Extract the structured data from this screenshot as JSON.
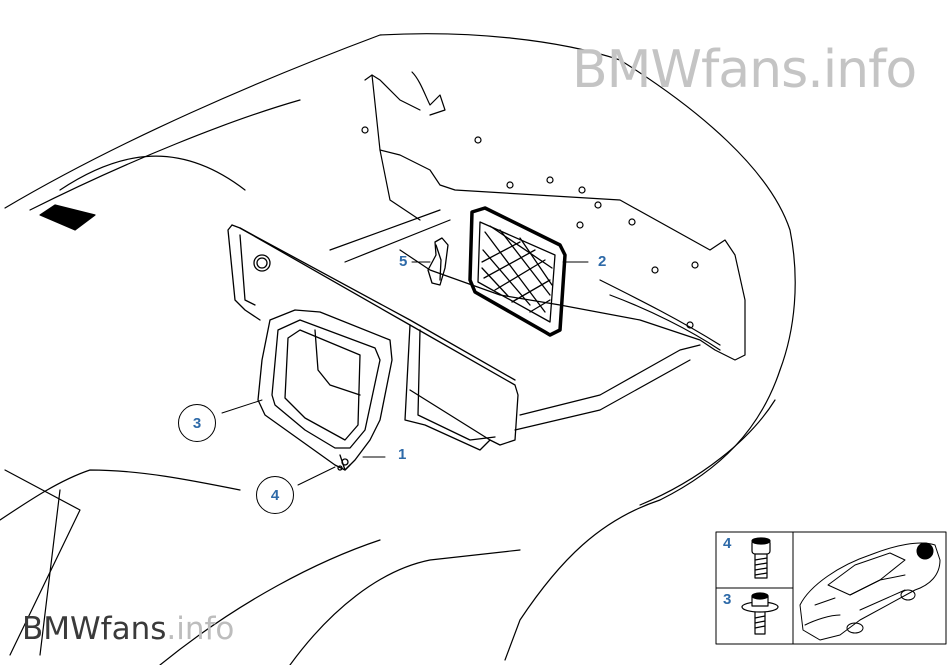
{
  "watermark": {
    "brand": "BMWfans",
    "suffix": ".info"
  },
  "callouts": {
    "p1": "1",
    "p2": "2",
    "p3": "3",
    "p4": "4",
    "p5": "5"
  },
  "inset": {
    "screw_label": "4",
    "bolt_label": "3"
  },
  "colors": {
    "callout": "#2e6aa8",
    "watermark": "#c4c4c4",
    "line": "#000000"
  }
}
